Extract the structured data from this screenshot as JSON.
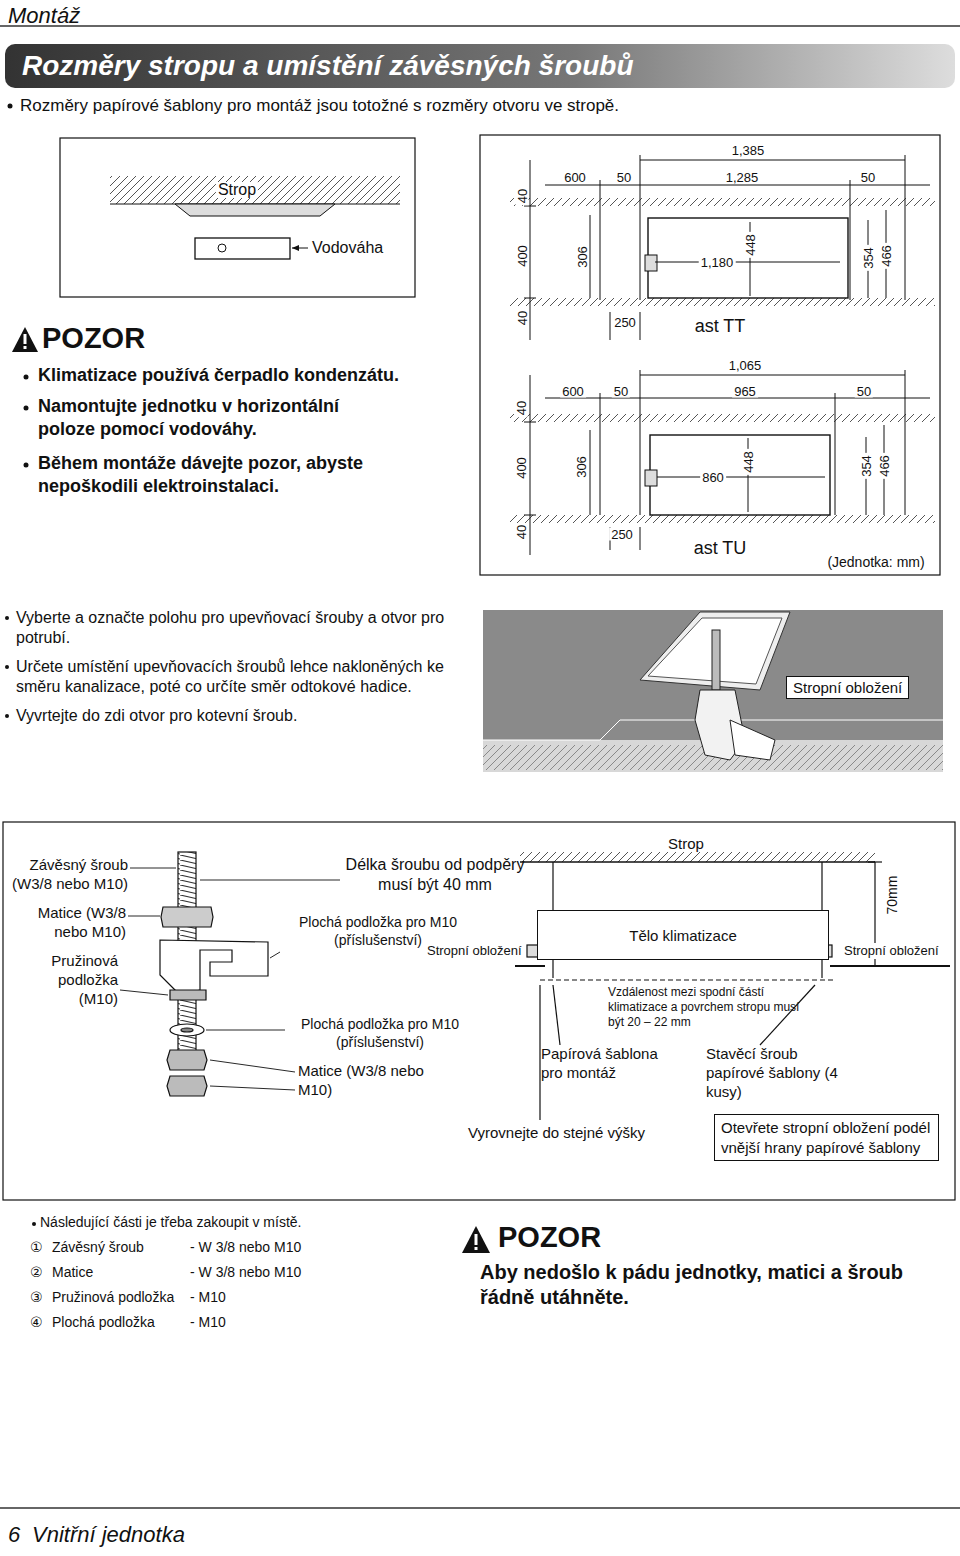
{
  "diagram": {
    "title": "Rozměry stropu a umístění závěsných šroubů",
    "nodes": [
      {
        "text": [
          "Stropní obložení"
        ]
      },
      {
        "text": [
          "Tělo klimatizace"
        ]
      },
      {
        "text": [
          "Otevřete stropní obložení podél vnější hrany papírové šablony"
        ]
      }
    ],
    "labels": [
      "Montáž",
      "Rozměry papírové šablony pro montáž jsou totožné s rozměry otvoru ve stropě.",
      "Strop",
      "Vodováha",
      "40",
      "400",
      "40",
      "600",
      "50",
      "1,385",
      "1,285",
      "50",
      "306",
      "1,180",
      "448",
      "354",
      "466",
      "250",
      "ast TT",
      "40",
      "400",
      "40",
      "600",
      "50",
      "1,065",
      "965",
      "50",
      "306",
      "860",
      "448",
      "354",
      "466",
      "250",
      "ast TU",
      "(Jednotka: mm)",
      "POZOR",
      "Klimatizace používá čerpadlo kondenzátu.",
      "Namontujte jednotku v horizontální poloze pomocí vodováhy.",
      "Během montáže dávejte pozor, abyste nepoškodili elektroinstalaci.",
      "Vyberte a označte polohu pro upevňovací šrouby a otvor pro potrubí.",
      "Určete umístění upevňovacích šroubů lehce nakloněných ke směru kanalizace, poté co určíte směr odtokové hadice.",
      "Vyvrtejte do zdi otvor pro kotevní šroub.",
      "Závěsný šroub (W3/8 nebo M10)",
      "Matice (W3/8 nebo M10)",
      "Pružinová podložka (M10)",
      "Délka šroubu od podpěry musí být 40 mm",
      "Plochá podložka pro M10 (příslušenství)",
      "Plochá podložka pro M10 (příslušenství)",
      "Matice (W3/8 nebo M10)",
      "Strop",
      "Stropní obložení",
      "Stropní obložení",
      "70mm",
      "Vzdálenost mezi spodní částí klimatizace a povrchem stropu musí být 20 – 22 mm",
      "Papírová šablona pro montáž",
      "Stavěcí šroub papírové šablony (4 kusy)",
      "Vyrovnejte do stejné výšky",
      "Následující části je třeba zakoupit v místě.",
      "①",
      "Závěsný šroub",
      "- W 3/8 nebo M10",
      "②",
      "Matice",
      "- W 3/8 nebo M10",
      "③",
      "Pružinová podložka",
      "- M10",
      "④",
      "Plochá podložka",
      "- M10",
      "POZOR",
      "Aby nedošlo k pádu jednotky, matici a šroub řádně utáhněte.",
      "6",
      "Vnitřní jednotka"
    ]
  }
}
